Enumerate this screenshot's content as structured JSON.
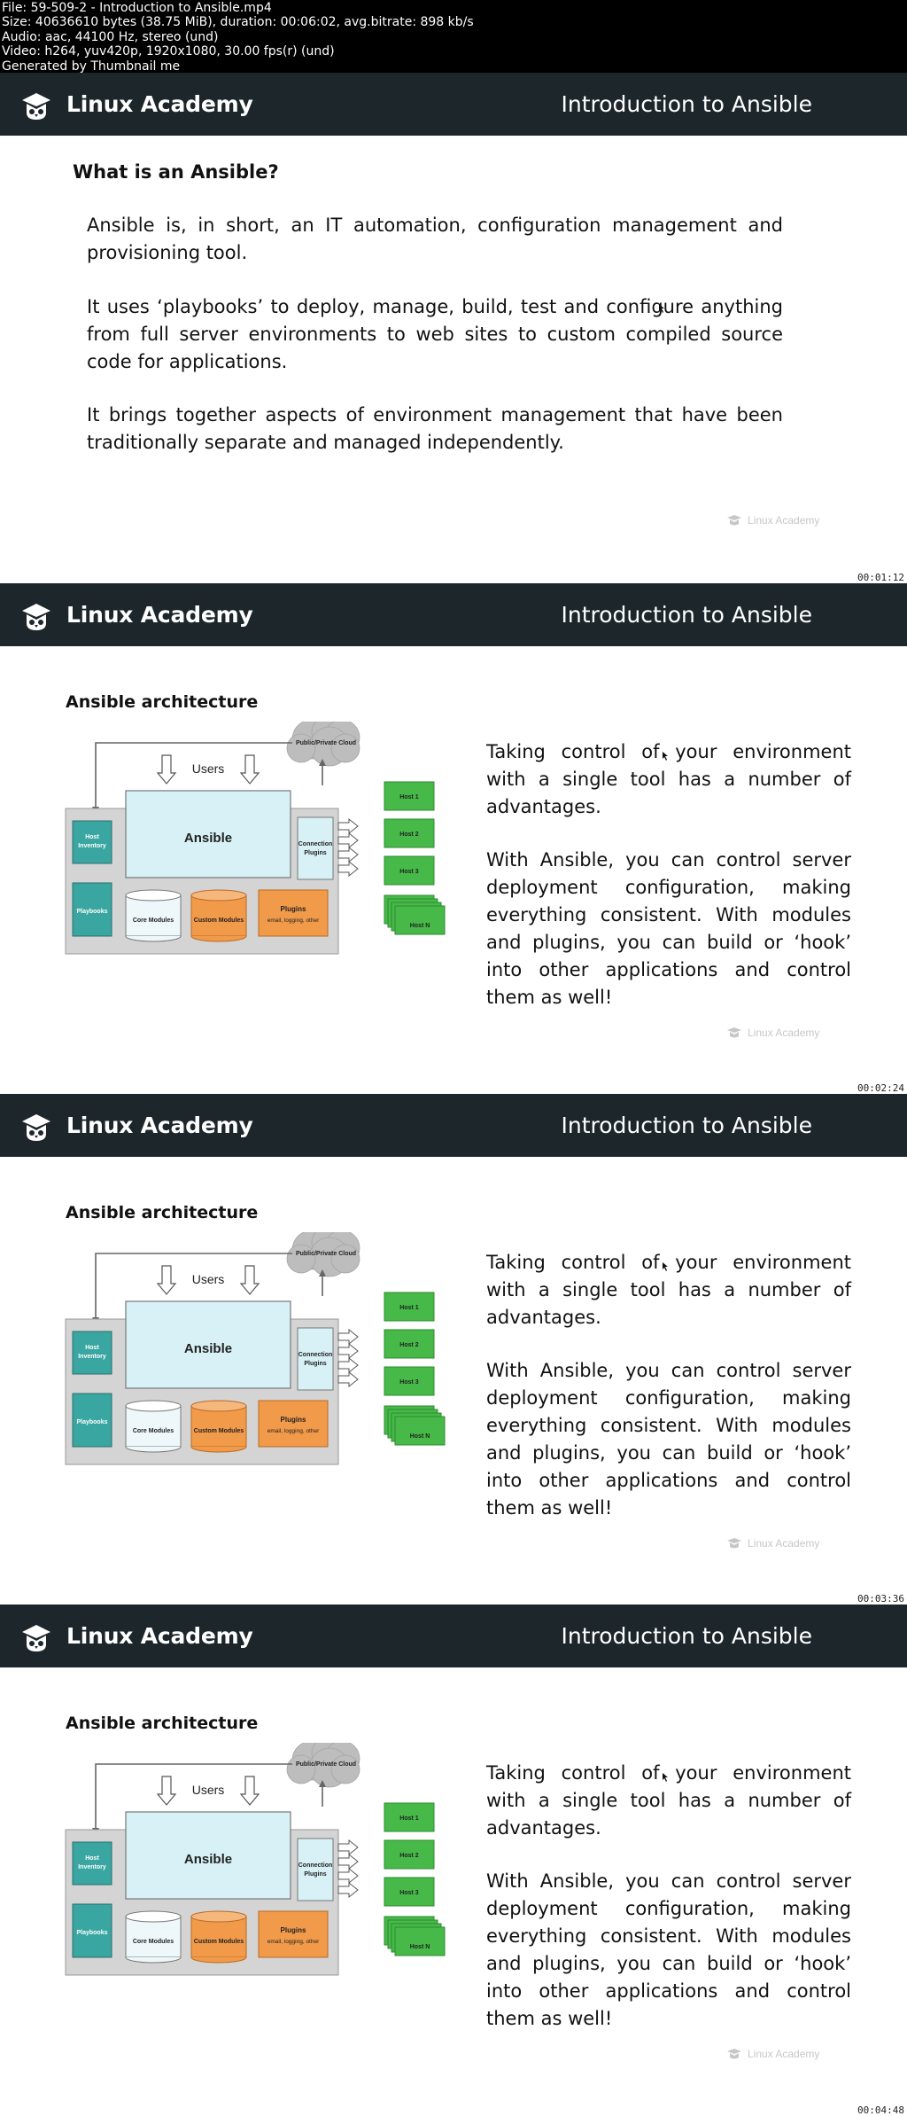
{
  "file_info": {
    "lines": [
      "File: 59-509-2 - Introduction to Ansible.mp4",
      "Size: 40636610 bytes (38.75 MiB), duration: 00:06:02, avg.bitrate: 898 kb/s",
      "Audio: aac, 44100 Hz, stereo (und)",
      "Video: h264, yuv420p, 1920x1080, 30.00 fps(r) (und)",
      "Generated by Thumbnail me"
    ]
  },
  "brand": {
    "name": "Linux Academy",
    "logo_icon": "owl-graduation-cap-icon"
  },
  "header_title": "Introduction to Ansible",
  "watermark": "Linux Academy",
  "slides": [
    {
      "timestamp": "00:01:12",
      "heading": "What is an Ansible?",
      "paragraphs": [
        "Ansible is, in short, an IT automation, configuration management and provisioning tool.",
        "It uses ‘playbooks’ to deploy, manage, build, test and configure anything from full server environments to web sites to custom compiled source code for applications.",
        "It brings together aspects of environment management that have been traditionally separate and managed independently."
      ]
    },
    {
      "timestamp": "00:02:24",
      "heading": "Ansible architecture",
      "paragraphs": [
        "Taking control of your environment with a single tool has a number of advantages.",
        "With Ansible, you can control server deployment configuration, making everything consistent. With modules and plugins, you can build or ‘hook’ into other applications and control them as well!"
      ]
    },
    {
      "timestamp": "00:03:36",
      "heading": "Ansible architecture",
      "paragraphs": [
        "Taking control of your environment with a single tool has a number of advantages.",
        "With Ansible, you can control server deployment configuration, making everything consistent. With modules and plugins, you can build or ‘hook’ into other applications and control them as well!"
      ]
    },
    {
      "timestamp": "00:04:48",
      "heading": "Ansible architecture",
      "paragraphs": [
        "Taking control of your environment with a single tool has a number of advantages.",
        "With Ansible, you can control server deployment configuration, making everything consistent. With modules and plugins, you can build or ‘hook’ into other applications and control them as well!"
      ]
    }
  ],
  "diagram": {
    "cloud_label": "Public/Private Cloud",
    "users_label": "Users",
    "core_label": "Ansible",
    "host_inventory_label": [
      "Host",
      "Inventory"
    ],
    "playbooks_label": "Playbooks",
    "core_modules_label": "Core Modules",
    "custom_modules_label": "Custom Modules",
    "plugins_label": "Plugins",
    "plugins_sub_label": "email, logging, other",
    "connection_plugins_label": [
      "Connection",
      "Plugins"
    ],
    "hosts": [
      "Host 1",
      "Host 2",
      "Host 3"
    ],
    "host_n_label": "Host N",
    "colors": {
      "teal": "#3aa6a1",
      "light_blue": "#d7f1f6",
      "orange": "#f19a4a",
      "green": "#46b948",
      "gray_panel": "#d4d4d4",
      "cloud": "#bdbdbd"
    }
  }
}
